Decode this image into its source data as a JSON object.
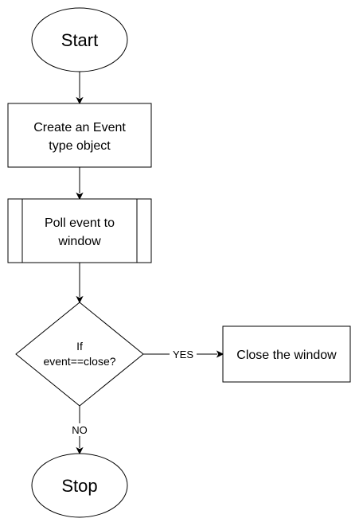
{
  "diagram": {
    "nodes": {
      "start": {
        "label": "Start"
      },
      "create_event": {
        "line1": "Create an Event",
        "line2": "type object"
      },
      "poll_event": {
        "line1": "Poll event to",
        "line2": "window"
      },
      "decision": {
        "line1": "If",
        "line2": "event==close?"
      },
      "close_window": {
        "label": "Close the window"
      },
      "stop": {
        "label": "Stop"
      }
    },
    "edges": {
      "yes_label": "YES",
      "no_label": "NO"
    }
  }
}
